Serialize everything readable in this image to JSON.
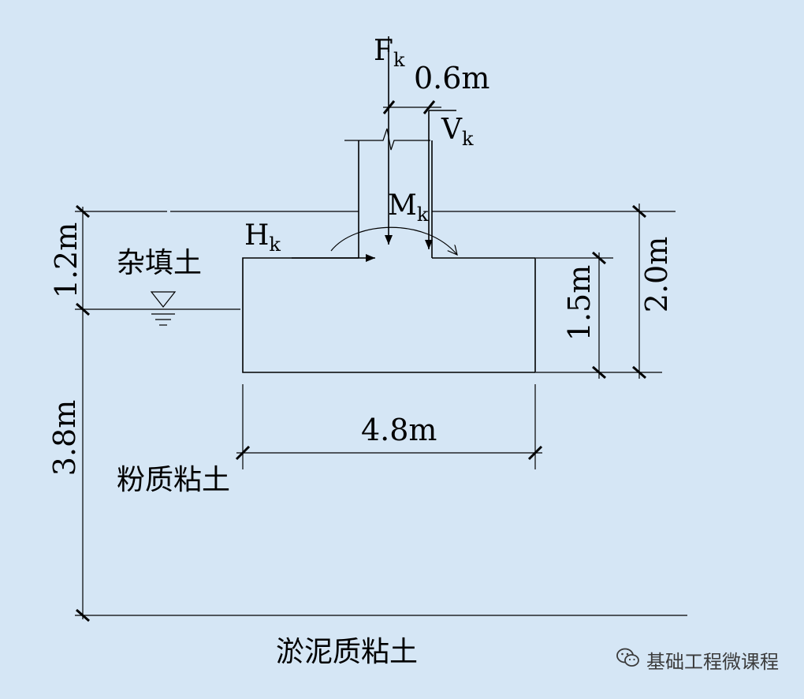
{
  "forces": {
    "F": "F",
    "F_sub": "k",
    "V": "V",
    "V_sub": "k",
    "M": "M",
    "M_sub": "k",
    "H": "H",
    "H_sub": "k"
  },
  "dimensions": {
    "column_width": "0.6m",
    "fill_depth": "1.2m",
    "silty_clay_depth": "3.8m",
    "foundation_height": "1.5m",
    "embed_depth": "2.0m",
    "foundation_width": "4.8m"
  },
  "soil_layers": {
    "fill": "杂填土",
    "silty_clay": "粉质粘土",
    "mucky_clay": "淤泥质粘土"
  },
  "watermark": {
    "text": "基础工程微课程",
    "icon": "wechat-icon"
  }
}
